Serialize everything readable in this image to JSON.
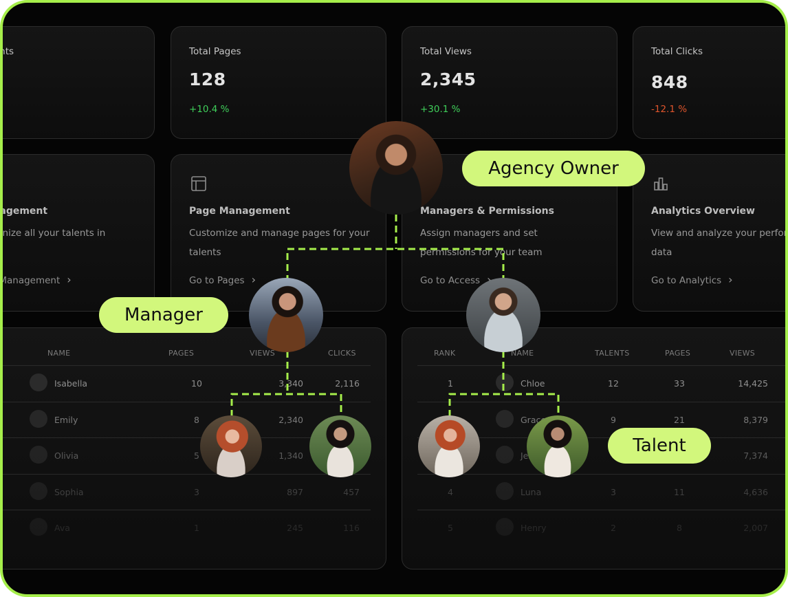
{
  "stats": [
    {
      "label": "Total Talents",
      "value": "",
      "change": ""
    },
    {
      "label": "Total Pages",
      "value": "128",
      "change": "+10.4 %"
    },
    {
      "label": "Total Views",
      "value": "2,345",
      "change": "+30.1 %"
    },
    {
      "label": "Total Clicks",
      "value": "848",
      "change": "-12.1 %"
    }
  ],
  "features": [
    {
      "title": "Talent Management",
      "desc": "Add and organize all your talents in one place",
      "link": "Go to Talent Management"
    },
    {
      "title": "Page Management",
      "desc": "Customize and manage pages for your talents",
      "link": "Go to Pages"
    },
    {
      "title": "Managers & Permissions",
      "desc": "Assign managers and set permissions for your team",
      "link": "Go to Access"
    },
    {
      "title": "Analytics Overview",
      "desc": "View and analyze your performance data",
      "link": "Go to Analytics"
    }
  ],
  "talents_table": {
    "headers": [
      "NAME",
      "PAGES",
      "VIEWS",
      "CLICKS"
    ],
    "rows": [
      {
        "name": "Isabella",
        "pages": "10",
        "views": "3,340",
        "clicks": "2,116"
      },
      {
        "name": "Emily",
        "pages": "8",
        "views": "2,340",
        "clicks": ""
      },
      {
        "name": "Olivia",
        "pages": "5",
        "views": "1,340",
        "clicks": ""
      },
      {
        "name": "Sophia",
        "pages": "3",
        "views": "897",
        "clicks": "457"
      },
      {
        "name": "Ava",
        "pages": "1",
        "views": "245",
        "clicks": "116"
      }
    ]
  },
  "managers_table": {
    "headers": [
      "RANK",
      "NAME",
      "TALENTS",
      "PAGES",
      "VIEWS"
    ],
    "rows": [
      {
        "rank": "1",
        "name": "Chloe",
        "talents": "12",
        "pages": "33",
        "views": "14,425"
      },
      {
        "rank": "2",
        "name": "Grace",
        "talents": "9",
        "pages": "21",
        "views": "8,379"
      },
      {
        "rank": "3",
        "name": "Jessica",
        "talents": "",
        "pages": "",
        "views": "7,374"
      },
      {
        "rank": "4",
        "name": "Luna",
        "talents": "3",
        "pages": "11",
        "views": "4,636"
      },
      {
        "rank": "5",
        "name": "Henry",
        "talents": "2",
        "pages": "8",
        "views": "2,007"
      }
    ]
  },
  "labels": {
    "owner": "Agency Owner",
    "manager": "Manager",
    "talent": "Talent"
  },
  "colors": {
    "accent": "#a6ee4b",
    "badge": "#d2f77c",
    "positive": "#3fcf5a",
    "negative": "#e0552c",
    "background": "#050505"
  },
  "icons": [
    "layout-icon",
    "bar-chart-icon",
    "chevron-right-icon"
  ]
}
